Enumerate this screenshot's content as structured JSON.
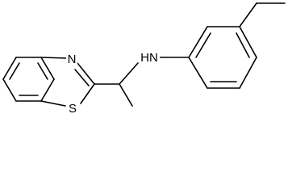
{
  "structure": {
    "atom_labels": {
      "nitrogen_ring": "N",
      "sulfur_ring": "S",
      "amine": "HN"
    },
    "colors": {
      "bond": "#000000",
      "background": "#ffffff"
    }
  }
}
